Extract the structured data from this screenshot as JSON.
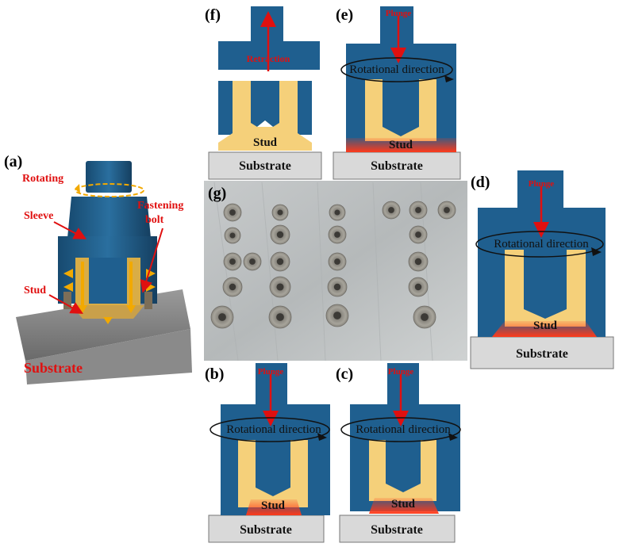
{
  "panels": {
    "a": {
      "label": "(a)",
      "rotating": "Rotating",
      "sleeve": "Sleeve",
      "fastening_bolt_1": "Fastening",
      "fastening_bolt_2": "bolt",
      "stud": "Stud",
      "substrate": "Substrate"
    },
    "b": {
      "label": "(b)",
      "plunge": "Plunge",
      "rotation": "Rotational direction",
      "stud": "Stud",
      "substrate": "Substrate"
    },
    "c": {
      "label": "(c)",
      "plunge": "Plunge",
      "rotation": "Rotational direction",
      "stud": "Stud",
      "substrate": "Substrate"
    },
    "d": {
      "label": "(d)",
      "plunge": "Plunge",
      "rotation": "Rotational direction",
      "stud": "Stud",
      "substrate": "Substrate"
    },
    "e": {
      "label": "(e)",
      "plunge": "Plunge",
      "rotation": "Rotational direction",
      "stud": "Stud",
      "substrate": "Substrate"
    },
    "f": {
      "label": "(f)",
      "retraction": "Retraction",
      "stud": "Stud",
      "substrate": "Substrate"
    },
    "g": {
      "label": "(g)"
    }
  },
  "colors": {
    "sleeve": "#1f5f8f",
    "stud": "#f5d07a",
    "heat": "#ff4a1c",
    "substrate": "#d9d9d9",
    "arrow_red": "#e01010",
    "arrow_orange": "#f2a900",
    "photo_bg": "#bfc3c4"
  }
}
